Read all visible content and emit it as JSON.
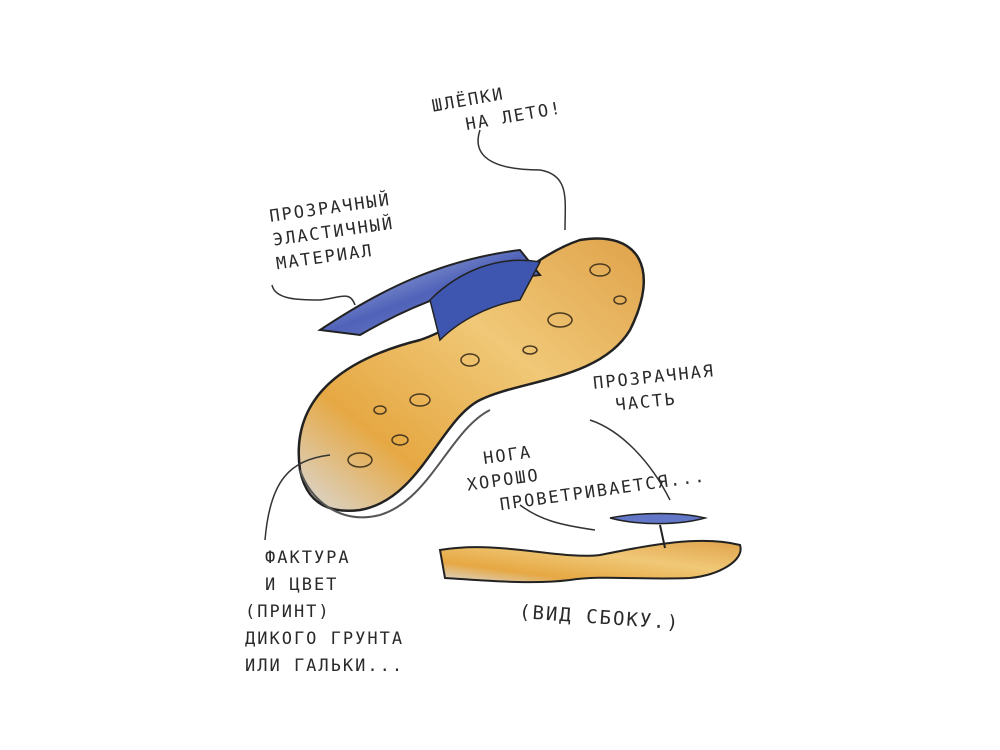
{
  "notes": {
    "title": [
      "ШЛЁПКИ",
      "НА ЛЕТО!"
    ],
    "material": [
      "ПРОЗРАЧНЫЙ",
      "ЭЛАСТИЧНЫЙ",
      "МАТЕРИАЛ"
    ],
    "transparent_part": [
      "ПРОЗРАЧНАЯ",
      "ЧАСТЬ"
    ],
    "ventilation": [
      "НОГА",
      "ХОРОШО",
      "ПРОВЕТРИВАЕТСЯ..."
    ],
    "texture": [
      "ФАКТУРА",
      "И ЦВЕТ",
      "(ПРИНТ)",
      "ДИКОГО ГРУНТА",
      "ИЛИ ГАЛЬКИ..."
    ],
    "side_view": "(ВИД СБОКУ.)"
  },
  "colors": {
    "sole_orange": "#e3a947",
    "strap_blue": "#5a6fc0",
    "ink": "#2a2a2a"
  }
}
